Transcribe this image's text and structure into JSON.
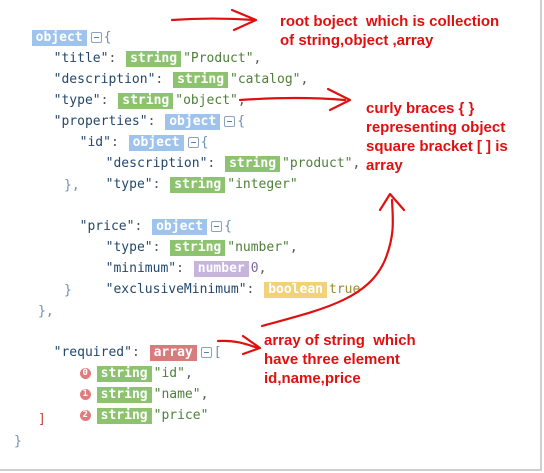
{
  "schema": {
    "root_badge": "object",
    "brace_open": "{",
    "title_key": "\"title\"",
    "title_type": "string",
    "title_val": "\"Product\"",
    "desc_key": "\"description\"",
    "desc_type": "string",
    "desc_val": "\"catalog\"",
    "type_key": "\"type\"",
    "type_type": "string",
    "type_val": "\"object\"",
    "props_key": "\"properties\"",
    "props_type": "object",
    "id_key": "\"id\"",
    "id_type": "object",
    "id_desc_key": "\"description\"",
    "id_desc_type": "string",
    "id_desc_val": "\"product\"",
    "id_type_key": "\"type\"",
    "id_type_type": "string",
    "id_type_val": "\"integer\"",
    "price_key": "\"price\"",
    "price_type": "object",
    "price_type_key": "\"type\"",
    "price_type_type": "string",
    "price_type_val": "\"number\"",
    "price_min_key": "\"minimum\"",
    "price_min_type": "number",
    "price_min_val": "0",
    "price_excl_key": "\"exclusiveMinimum\"",
    "price_excl_type": "boolean",
    "price_excl_val": "true",
    "req_key": "\"required\"",
    "req_type": "array",
    "req_items": [
      {
        "index": "0",
        "type": "string",
        "value": "\"id\""
      },
      {
        "index": "1",
        "type": "string",
        "value": "\"name\""
      },
      {
        "index": "2",
        "type": "string",
        "value": "\"price\""
      }
    ]
  },
  "annotations": {
    "root_note": "root boject  which is collection\nof string,object ,array",
    "braces_note": "curly braces { }\nrepresenting object\nsquare bracket [ ] is\narray",
    "array_note": "array of string  which\nhave three element\nid,name,price"
  },
  "colors": {
    "object_badge": "#9ec3ec",
    "string_badge": "#8dc36f",
    "number_badge": "#c7b4dd",
    "boolean_badge": "#f2d278",
    "array_badge": "#d77c7c",
    "annotation": "#e01010"
  }
}
